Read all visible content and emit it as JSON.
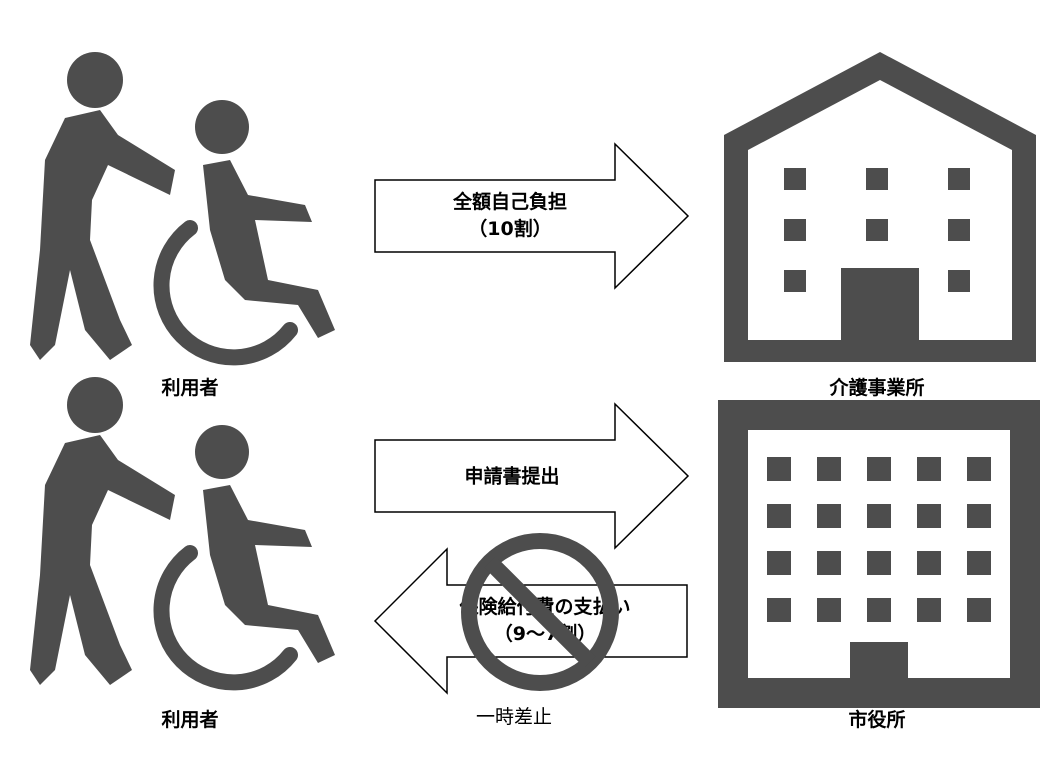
{
  "actors": {
    "user_top": {
      "label": "利用者"
    },
    "user_bottom": {
      "label": "利用者"
    },
    "care_office": {
      "label": "介護事業所"
    },
    "city_office": {
      "label": "市役所"
    }
  },
  "arrows": {
    "full_payment": {
      "line1": "全額自己負担",
      "line2": "（10割）"
    },
    "application": {
      "line1": "申請書提出"
    },
    "reimbursement": {
      "line1": "保険給付費の支払い",
      "line2": "（9～7割）"
    }
  },
  "status": {
    "label": "一時差止"
  },
  "colors": {
    "icon": "#4d4d4d",
    "arrow_stroke": "#000000",
    "prohibition": "#4d4d4d"
  },
  "icons": [
    "caregiver-wheelchair-icon",
    "house-building-icon",
    "office-building-icon",
    "prohibition-icon"
  ]
}
